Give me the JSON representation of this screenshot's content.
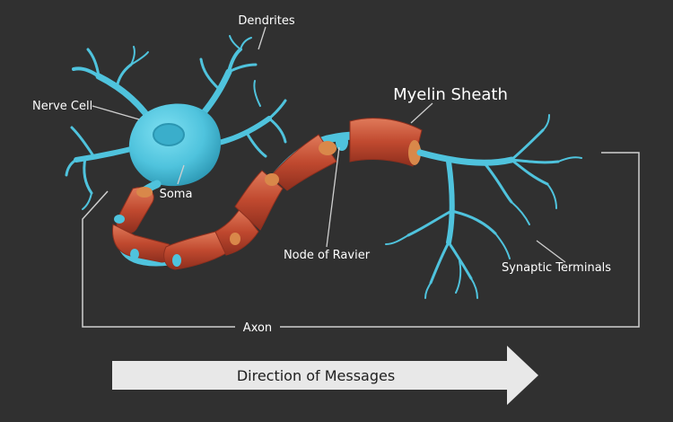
{
  "labels": {
    "dendrites": "Dendrites",
    "nerve_cell": "Nerve Cell",
    "soma": "Soma",
    "myelin_sheath": "Myelin Sheath",
    "node_of_ravier": "Node of Ravier",
    "synaptic_terminals": "Synaptic Terminals",
    "axon": "Axon"
  },
  "arrow": {
    "label": "Direction of Messages"
  },
  "colors": {
    "background": "#303030",
    "neuron": "#4fc3dd",
    "neuron_dark": "#2b96b2",
    "myelin": "#c0492f",
    "myelin_dark": "#8e2f1e",
    "myelin_light": "#e07a5a",
    "myelin_end": "#d9884a",
    "arrow_fill": "#e8e8e8",
    "leader_lines": "#cfcfcf"
  }
}
